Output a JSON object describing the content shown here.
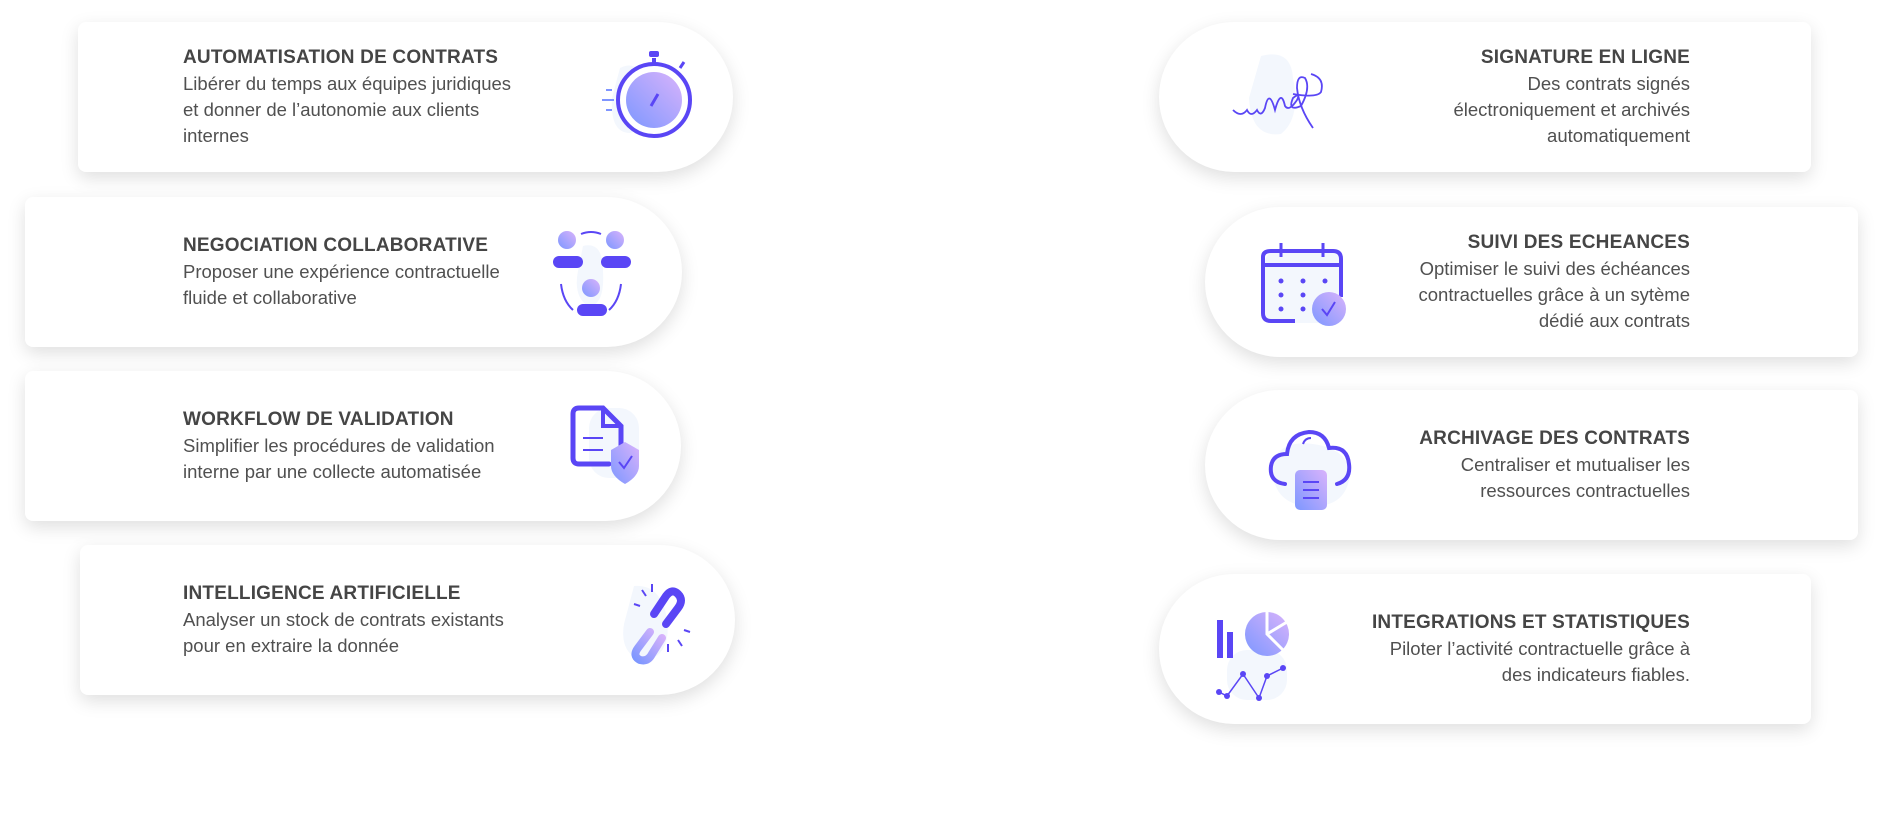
{
  "features_left": [
    {
      "title": "AUTOMATISATION DE CONTRATS",
      "lines": [
        "Libérer du temps aux équipes juridiques",
        "et donner de l’autonomie aux clients",
        "internes"
      ],
      "icon": "stopwatch-icon"
    },
    {
      "title": "NEGOCIATION COLLABORATIVE",
      "lines": [
        "Proposer une expérience contractuelle",
        "fluide et collaborative"
      ],
      "icon": "collaboration-people-icon"
    },
    {
      "title": "WORKFLOW DE VALIDATION",
      "lines": [
        "Simplifier les procédures de validation",
        "interne par une collecte automatisée"
      ],
      "icon": "document-shield-icon"
    },
    {
      "title": "INTELLIGENCE ARTIFICIELLE",
      "lines": [
        "Analyser un stock de contrats existants",
        "pour en extraire la donnée"
      ],
      "icon": "broken-link-icon"
    }
  ],
  "features_right": [
    {
      "title": "SIGNATURE EN LIGNE",
      "lines": [
        "Des contrats signés",
        "électroniquement et archivés",
        "automatiquement"
      ],
      "icon": "signature-icon"
    },
    {
      "title": "SUIVI DES ECHEANCES",
      "lines": [
        "Optimiser le suivi des échéances",
        "contractuelles grâce à un sytème",
        "dédié aux contrats"
      ],
      "icon": "calendar-check-icon"
    },
    {
      "title": "ARCHIVAGE DES CONTRATS",
      "lines": [
        "Centraliser et mutualiser les",
        "ressources contractuelles"
      ],
      "icon": "cloud-document-icon"
    },
    {
      "title": "INTEGRATIONS ET STATISTIQUES",
      "lines": [
        "Piloter l’activité contractuelle grâce à",
        "des indicateurs fiables."
      ],
      "icon": "charts-statistics-icon"
    }
  ],
  "colors": {
    "accent": "#5a46f5",
    "gradient_start": "#d6b3fb",
    "gradient_end": "#7f95ff",
    "blob": "#f3f7fd"
  }
}
